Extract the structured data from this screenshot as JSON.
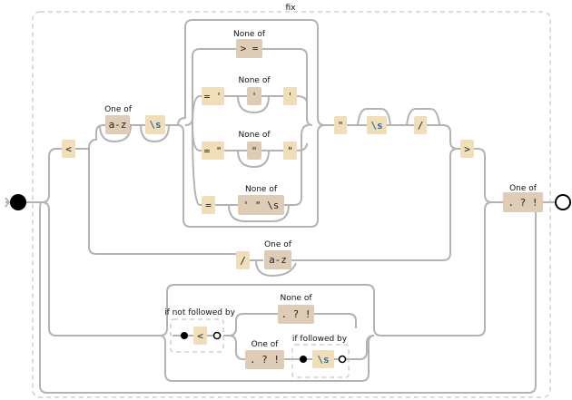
{
  "diagram": {
    "group_label": "fix",
    "nodes": {
      "open_angle": "<",
      "none_of_1": "None of",
      "gt_eq": "> =",
      "one_of_1": "One of",
      "az_1": "a-z",
      "ws_1": "\\s",
      "eq_sq": "= '",
      "none_of_2": "None of",
      "sq_inner": "'",
      "sq_close": "'",
      "eq_dq": "= \"",
      "none_of_3": "None of",
      "dq_inner": "\"",
      "dq_close": "\"",
      "eq_plain": "=",
      "none_of_4": "None of",
      "quote_ws": "' \" \\s",
      "dq_after": "\"",
      "ws_2": "\\s",
      "slash_1": "/",
      "close_angle": ">",
      "slash_2": "/",
      "one_of_2": "One of",
      "az_2": "a-z",
      "not_followed_by": "if not followed by",
      "lt_inner": "<",
      "none_of_5": "None of",
      "punct_1": ". ? !",
      "one_of_3": "One of",
      "punct_2": ". ? !",
      "if_followed_by": "if followed by",
      "ws_3": "\\s",
      "one_of_4": "One of",
      "punct_3": ". ? !"
    }
  }
}
